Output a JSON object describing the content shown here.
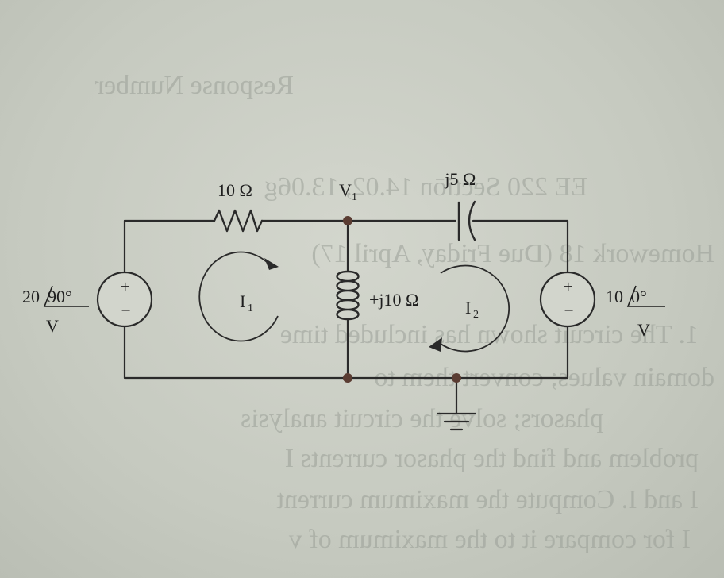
{
  "components": {
    "resistor": {
      "label": "10 Ω"
    },
    "capacitor": {
      "label": "−j5 Ω"
    },
    "inductor": {
      "label": "+j10 Ω"
    },
    "source_left": {
      "magnitude_angle": "20",
      "angle": "90°",
      "unit": "V",
      "plus": "+",
      "minus": "−"
    },
    "source_right": {
      "magnitude_angle": "10",
      "angle": "0°",
      "unit": "V",
      "plus": "+",
      "minus": "−"
    }
  },
  "node_label": {
    "main": "V",
    "sub": "1"
  },
  "mesh_currents": [
    {
      "main": "I",
      "sub": "1"
    },
    {
      "main": "I",
      "sub": "2"
    }
  ],
  "bleed_through_text": [
    "Response Number",
    "EE 220 Section 14.02, 13.06g",
    "Homework 18 (Due Friday, April 17)",
    "1. The circuit shown has included time",
    "domain values; convert them to",
    "phasors; solve the circuit analysis",
    "problem and find the phasor currents I",
    "I and I. Compute the maximum current",
    "I for compare it to the maximum of v"
  ]
}
